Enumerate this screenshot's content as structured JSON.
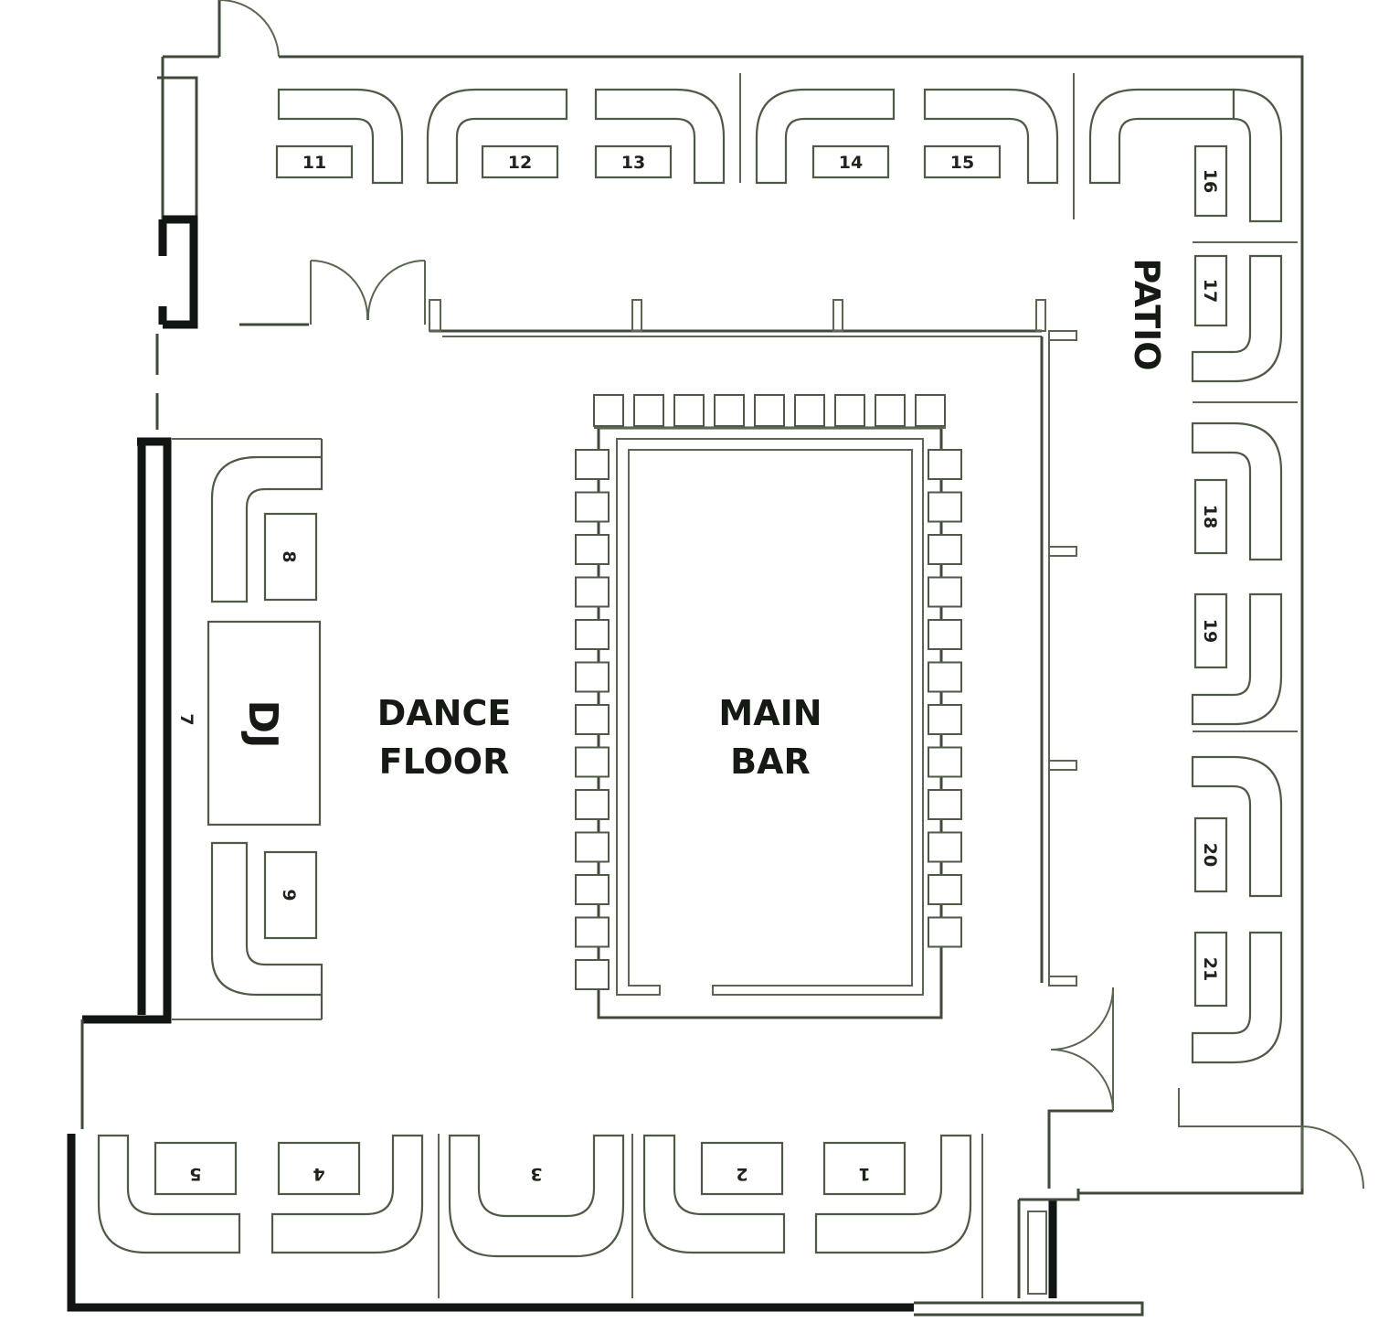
{
  "areas": {
    "dance_floor": [
      "DANCE",
      "FLOOR"
    ],
    "main_bar": [
      "MAIN",
      "BAR"
    ],
    "patio": "PATIO",
    "dj": "DJ"
  },
  "tables": {
    "t1": "1",
    "t2": "2",
    "t3": "3",
    "t4": "4",
    "t5": "5",
    "t7": "7",
    "t8": "8",
    "t9": "9",
    "t11": "11",
    "t12": "12",
    "t13": "13",
    "t14": "14",
    "t15": "15",
    "t16": "16",
    "t17": "17",
    "t18": "18",
    "t19": "19",
    "t20": "20",
    "t21": "21"
  },
  "colors": {
    "ink": "#161a14",
    "line": "#4e5a47"
  }
}
